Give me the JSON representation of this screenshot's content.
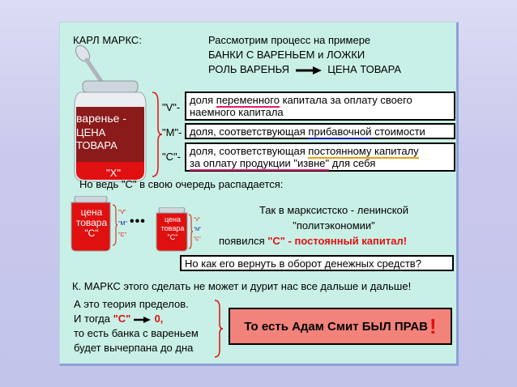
{
  "header": {
    "author": "КАРЛ МАРКС:",
    "line1": "Рассмотрим процесс на примере",
    "line2": "БАНКИ С ВАРЕНЬЕМ и ЛОЖКИ",
    "line3_left": "РОЛЬ ВАРЕНЬЯ",
    "line3_right": "ЦЕНА ТОВАРА"
  },
  "jar": {
    "label1": "варенье -",
    "label2": "ЦЕНА",
    "label3": "ТОВАРА",
    "label4": "\"X\""
  },
  "rows": [
    {
      "key": "\"V\"-",
      "pre": "доля ",
      "hl": "переменного",
      "post": " капитала за оплату своего",
      "line2": "наемного капитала"
    },
    {
      "key": "\"M\"-",
      "pre": "доля, соответствующая ",
      "hl": "прибавочной",
      "post": " стоимости"
    },
    {
      "key": "\"C\"-",
      "pre": "доля, соответствующая ",
      "hl": "постоянному капиталу",
      "post": "",
      "line2_hl": "за оплату продукции \"извне\"",
      "line2_post": " для себя"
    }
  ],
  "split_text": "Но ведь \"С\" в свою очередь распадается:",
  "small_jar1": {
    "l1": "цена",
    "l2": "товара",
    "l3": "\"С\"",
    "k1": "\"V\"",
    "k2": "\"M\"",
    "k3": "\"C\""
  },
  "dots": "•••",
  "small_jar2": {
    "l1": "цена",
    "l2": "товара",
    "l3": "\"С\"",
    "k1": "\"V\"",
    "k2": "\"M\"",
    "k3": "\"C\""
  },
  "marxism": {
    "line1": "Так в марксистско - ленинской",
    "line2": "\"политэкономии\"",
    "line3_pre": "появился ",
    "line3_red": "\"С\" - постоянный капитал!"
  },
  "question": "Но как его вернуть в оборот денежных средств?",
  "conclusion": "К. МАРКС этого сделать не может и дурит нас все дальше и дальше!",
  "limits": {
    "line1": "А это теория пределов.",
    "line2_pre": "И тогда ",
    "line2_red": "\"С\"",
    "line2_zero": "0,",
    "line3": "то есть банка с вареньем",
    "line4": "будет вычерпана до дна"
  },
  "verdict": {
    "text": "То есть  Адам Смит БЫЛ ПРАВ",
    "mark": "!"
  },
  "colors": {
    "slide_bg": "#c9f0e6",
    "jam": "#8b1a1a",
    "jam_red": "#e01010",
    "verdict_bg": "#f2837a",
    "accent_red": "#e21010"
  }
}
